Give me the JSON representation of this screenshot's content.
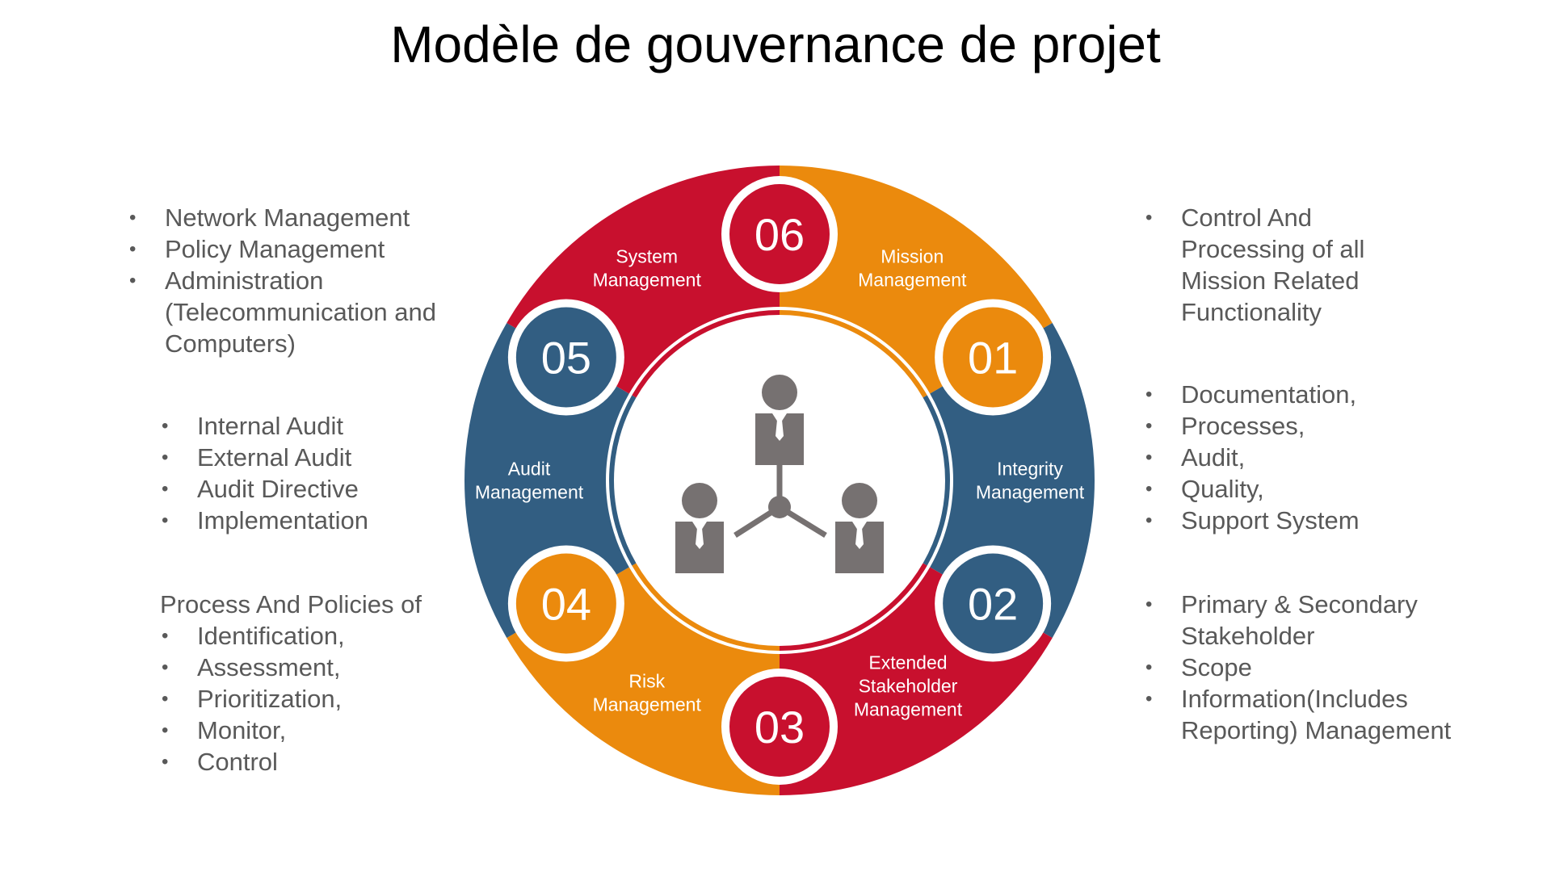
{
  "title": "Modèle de gouvernance de projet",
  "colors": {
    "red": "#C8102E",
    "orange": "#EB8A0D",
    "blue": "#325E82",
    "icon": "#767171",
    "text": "#595959"
  },
  "segments": [
    {
      "number": "01",
      "label": [
        "Mission",
        "Management"
      ],
      "color": "orange"
    },
    {
      "number": "02",
      "label": [
        "Integrity",
        "Management"
      ],
      "color": "blue"
    },
    {
      "number": "03",
      "label": [
        "Extended",
        "Stakeholder",
        "Management"
      ],
      "color": "red"
    },
    {
      "number": "04",
      "label": [
        "Risk",
        "Management"
      ],
      "color": "orange"
    },
    {
      "number": "05",
      "label": [
        "Audit",
        "Management"
      ],
      "color": "blue"
    },
    {
      "number": "06",
      "label": [
        "System",
        "Management"
      ],
      "color": "red"
    }
  ],
  "center_icon": "team-network-icon",
  "left_blocks": [
    {
      "lead": "",
      "items": [
        "Network Management",
        "Policy Management",
        "Administration (Telecommunication and Computers)"
      ]
    },
    {
      "lead": "",
      "items": [
        "Internal Audit",
        "External Audit",
        "Audit Directive",
        "Implementation"
      ]
    },
    {
      "lead": "Process And Policies of",
      "items": [
        "Identification,",
        "Assessment,",
        "Prioritization,",
        "Monitor,",
        "Control"
      ]
    }
  ],
  "right_blocks": [
    {
      "lead": "",
      "items": [
        "Control And Processing of all Mission Related Functionality"
      ]
    },
    {
      "lead": "",
      "items": [
        "Documentation,",
        " Processes,",
        "Audit,",
        "Quality,",
        "Support System"
      ]
    },
    {
      "lead": "",
      "items": [
        "Primary & Secondary Stakeholder",
        "Scope",
        "Information(Includes Reporting) Management"
      ]
    }
  ]
}
